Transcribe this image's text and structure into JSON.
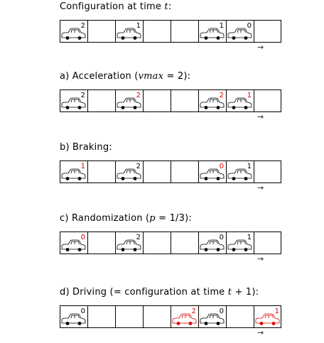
{
  "colors": {
    "normal": "#000000",
    "changed": "#e00000",
    "grid": "#000000"
  },
  "direction_arrow": "→",
  "panels": [
    {
      "title_pre": "Configuration at time ",
      "title_math": "t",
      "title_post": ":",
      "cells": [
        {
          "car": true,
          "v": "2",
          "state": "normal"
        },
        {
          "car": false
        },
        {
          "car": true,
          "v": "1",
          "state": "normal"
        },
        {
          "car": false
        },
        {
          "car": false
        },
        {
          "car": true,
          "v": "1",
          "state": "normal"
        },
        {
          "car": true,
          "v": "0",
          "state": "normal"
        },
        {
          "car": false
        }
      ]
    },
    {
      "title_pre": "a) Acceleration (",
      "title_math": "vmax",
      "title_post": " = 2):",
      "cells": [
        {
          "car": true,
          "v": "2",
          "state": "normal"
        },
        {
          "car": false
        },
        {
          "car": true,
          "v": "2",
          "state": "changed-num"
        },
        {
          "car": false
        },
        {
          "car": false
        },
        {
          "car": true,
          "v": "2",
          "state": "changed-num"
        },
        {
          "car": true,
          "v": "1",
          "state": "changed-num"
        },
        {
          "car": false
        }
      ]
    },
    {
      "title_pre": "b) Braking:",
      "title_math": "",
      "title_post": "",
      "cells": [
        {
          "car": true,
          "v": "1",
          "state": "changed-num"
        },
        {
          "car": false
        },
        {
          "car": true,
          "v": "2",
          "state": "normal"
        },
        {
          "car": false
        },
        {
          "car": false
        },
        {
          "car": true,
          "v": "0",
          "state": "changed-num"
        },
        {
          "car": true,
          "v": "1",
          "state": "normal"
        },
        {
          "car": false
        }
      ]
    },
    {
      "title_pre": "c) Randomization (",
      "title_math": "p",
      "title_post": " = 1/3):",
      "cells": [
        {
          "car": true,
          "v": "0",
          "state": "changed-num"
        },
        {
          "car": false
        },
        {
          "car": true,
          "v": "2",
          "state": "normal"
        },
        {
          "car": false
        },
        {
          "car": false
        },
        {
          "car": true,
          "v": "0",
          "state": "normal"
        },
        {
          "car": true,
          "v": "1",
          "state": "normal"
        },
        {
          "car": false
        }
      ]
    },
    {
      "title_pre": "d) Driving (= configuration at time ",
      "title_math": "t",
      "title_post": " + 1):",
      "cells": [
        {
          "car": true,
          "v": "0",
          "state": "normal"
        },
        {
          "car": false
        },
        {
          "car": false
        },
        {
          "car": false
        },
        {
          "car": true,
          "v": "2",
          "state": "moved"
        },
        {
          "car": true,
          "v": "0",
          "state": "normal"
        },
        {
          "car": false
        },
        {
          "car": true,
          "v": "1",
          "state": "moved"
        }
      ]
    }
  ]
}
